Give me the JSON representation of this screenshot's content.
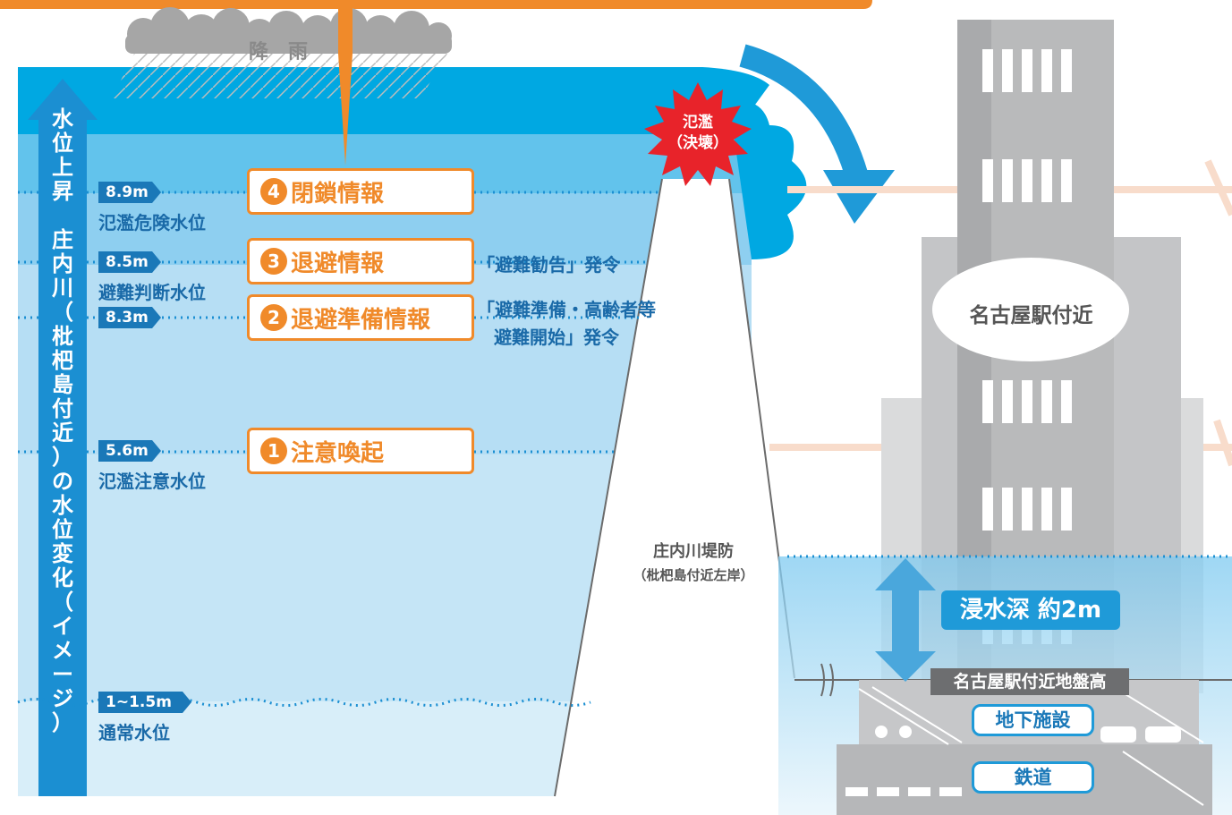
{
  "rain": {
    "label": "降　雨"
  },
  "axis_label": {
    "chars": [
      "水",
      "位",
      "上",
      "昇",
      "　",
      "庄",
      "内",
      "川",
      "（",
      "枇",
      "杷",
      "島",
      "付",
      "近",
      "）",
      "の",
      "水",
      "位",
      "変",
      "化",
      "（",
      "イ",
      "メ",
      "ー",
      "ジ",
      "）"
    ]
  },
  "levels": [
    {
      "tag": "8.9m",
      "label": "氾濫危険水位"
    },
    {
      "tag": "8.5m",
      "label": "避難判断水位"
    },
    {
      "tag": "8.3m",
      "label": ""
    },
    {
      "tag": "5.6m",
      "label": "氾濫注意水位"
    },
    {
      "tag": "1~1.5m",
      "label": "通常水位"
    }
  ],
  "info_boxes": [
    {
      "num": "4",
      "label": "閉鎖情報"
    },
    {
      "num": "3",
      "label": "退避情報"
    },
    {
      "num": "2",
      "label": "退避準備情報"
    },
    {
      "num": "1",
      "label": "注意喚起"
    }
  ],
  "notes": {
    "evac_advisory": "「避難勧告」発令",
    "evac_prep_line1": "「避難準備・高齢者等",
    "evac_prep_line2": "避難開始」発令"
  },
  "burst": {
    "line1": "氾濫",
    "line2": "（決壊）"
  },
  "levee": {
    "line1": "庄内川堤防",
    "line2": "（枇杷島付近左岸）"
  },
  "city": {
    "area_label": "名古屋駅付近",
    "depth_label": "浸水深 約2m",
    "ground_label": "名古屋駅付近地盤高",
    "underground_label": "地下施設",
    "railway_label": "鉄道"
  },
  "colors": {
    "orange": "#f08a2a",
    "water_dark": "#00a8e2",
    "water_mid": "#62c3ec",
    "water_light": "#b6def4",
    "water_pale": "#d6edf8",
    "tag_blue": "#1a78b8",
    "burst_red": "#e8232a",
    "building_gray": "#a9aaac"
  }
}
